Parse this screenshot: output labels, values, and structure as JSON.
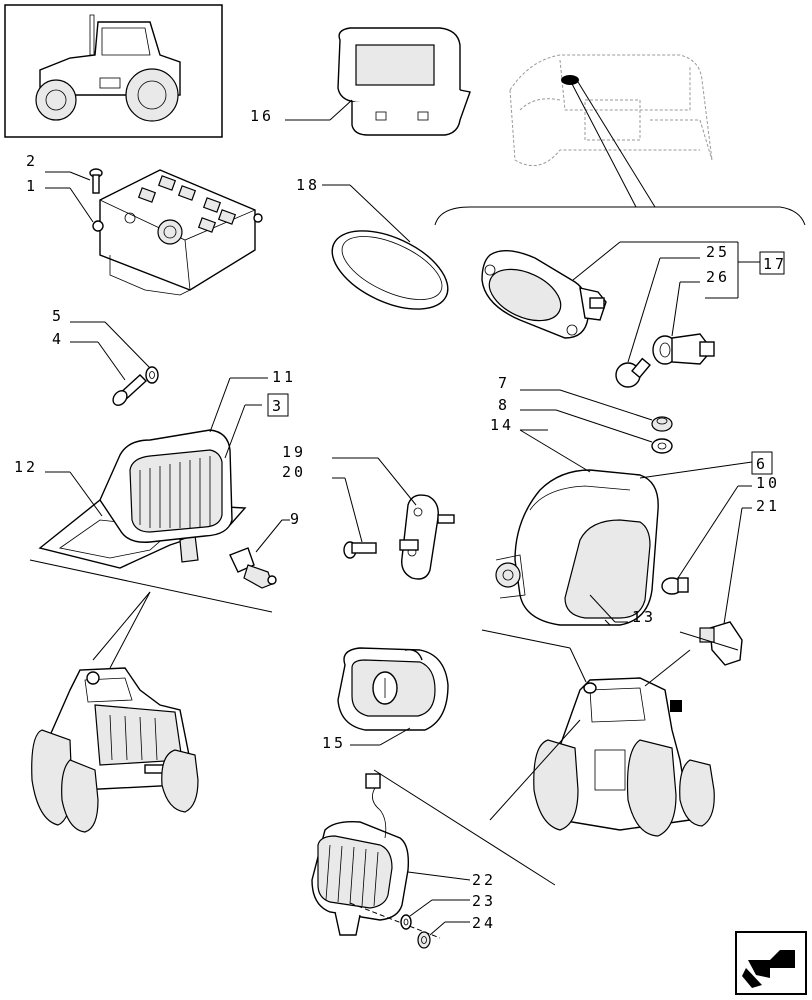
{
  "callouts": {
    "c1": "1",
    "c2": "2",
    "c3": "3",
    "c4": "4",
    "c5": "5",
    "c6": "6",
    "c7": "7",
    "c8": "8",
    "c9": "9",
    "c10": "10",
    "c11": "11",
    "c12": "12",
    "c13": "13",
    "c14": "14",
    "c15": "15",
    "c16": "16",
    "c17": "17",
    "c18": "18",
    "c19": "19",
    "c20": "20",
    "c21": "21",
    "c22": "22",
    "c23": "23",
    "c24": "24",
    "c25": "25",
    "c26": "26"
  },
  "icons": {
    "thumbnail": "tractor-thumbnail-icon",
    "nav": "next-page-arrow-icon"
  },
  "colors": {
    "line": "#000000",
    "ghost": "#999999",
    "fill": "#e9e9e9"
  }
}
